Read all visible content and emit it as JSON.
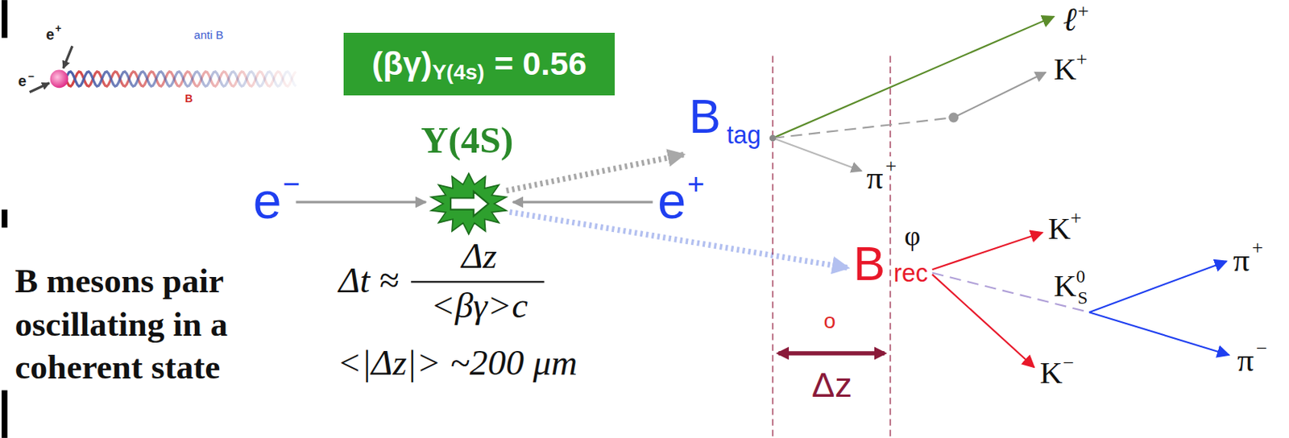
{
  "diagram": {
    "nodes": [
      {
        "text": [
          "(βγ)",
          "Y(4s)",
          "= 0.56"
        ]
      },
      {
        "text": [
          "Y(4S)"
        ]
      }
    ],
    "labels": [
      "e",
      "+",
      "e",
      "−",
      "anti B",
      "B",
      "e",
      "−",
      "e",
      "+",
      "B mesons pair oscillating in a coherent state",
      "Δt ≈",
      "Δz",
      "<βγ>c",
      "<|Δz|> ~200 μm",
      "B",
      "tag",
      "B",
      "rec",
      "ℓ",
      "+",
      "K",
      "+",
      "π",
      "+",
      "φ",
      "K",
      "+",
      "K",
      "−",
      "K",
      "0",
      "S",
      "π",
      "+",
      "π",
      "−",
      "o",
      "Δz"
    ]
  }
}
